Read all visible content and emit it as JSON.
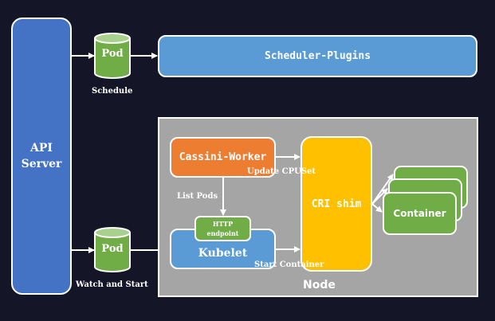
{
  "diagram": {
    "api_server": {
      "line1": "API",
      "line2": "Server"
    },
    "pod_top": {
      "label": "Pod",
      "caption": "Schedule"
    },
    "pod_bottom": {
      "label": "Pod",
      "caption": "Watch and Start"
    },
    "scheduler_plugins": "Scheduler-Plugins",
    "node": {
      "label": "Node"
    },
    "cassini_worker": "Cassini-Worker",
    "kubelet": "Kubelet",
    "http_endpoint": {
      "line1": "HTTP",
      "line2": "endpoint"
    },
    "cri_shim": "CRI shim",
    "containers": [
      "Container",
      "",
      ""
    ],
    "edge_labels": {
      "update_cpuset": "Update CPUSet",
      "list_pods": "List Pods",
      "start_container": "Start Container"
    },
    "colors": {
      "background": "#141628",
      "api_server": "#4472c4",
      "pod": "#70ad47",
      "pod_top_cap": "#a9d18e",
      "scheduler_plugins": "#5b9bd5",
      "node": "#a5a5a5",
      "cassini_worker": "#ed7d31",
      "kubelet": "#5b9bd5",
      "cri_shim": "#ffc000",
      "container": "#70ad47"
    }
  }
}
